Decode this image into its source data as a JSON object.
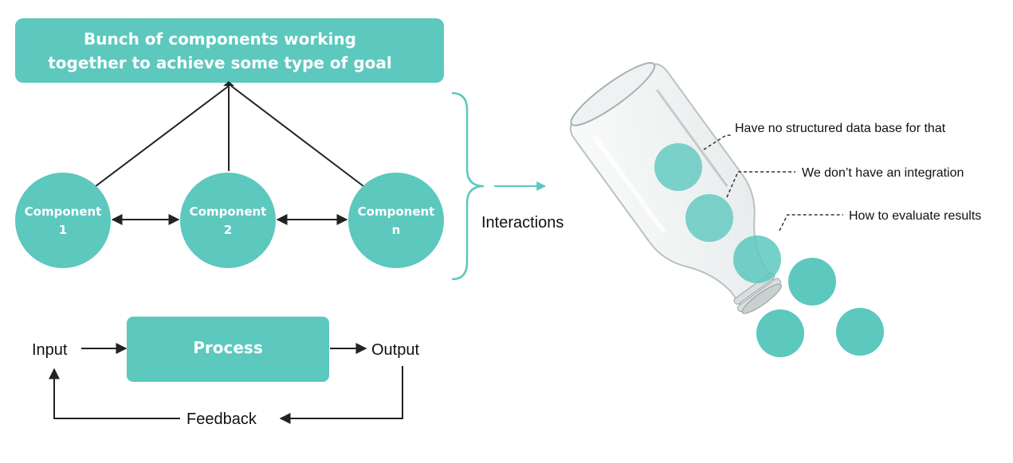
{
  "goal": {
    "line1": "Bunch of components working",
    "line2": "together to achieve some type of goal"
  },
  "components": [
    {
      "name": "Component",
      "index": "1"
    },
    {
      "name": "Component",
      "index": "2"
    },
    {
      "name": "Component",
      "index": "n"
    }
  ],
  "interactions_label": "Interactions",
  "process": {
    "input": "Input",
    "process": "Process",
    "output": "Output",
    "feedback": "Feedback"
  },
  "bottle_notes": [
    "Have no structured data base for that",
    "We don’t have an integration",
    "How to evaluate results"
  ],
  "colors": {
    "accent": "#5CC8BE",
    "text": "#111111",
    "white": "#ffffff"
  }
}
